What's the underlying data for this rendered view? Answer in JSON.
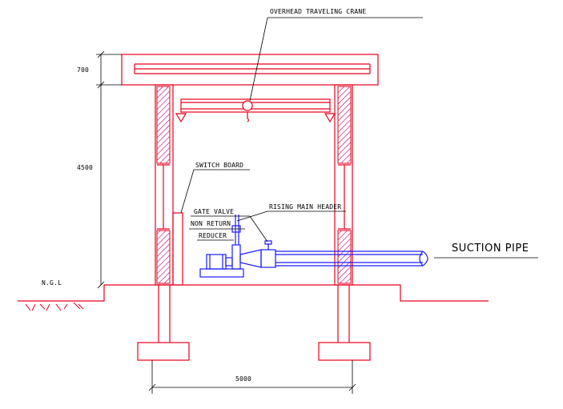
{
  "labels": {
    "crane": "OVERHEAD TRAVELING CRANE",
    "switch_board": "SWITCH BOARD",
    "rising_main_header": "RISING MAIN HEADER",
    "gate_valve": "GATE VALVE",
    "non_return": "NON RETURN",
    "reducer": "REDUCER",
    "suction_pipe": "SUCTION PIPE",
    "ngl": "N.G.L"
  },
  "dimensions": {
    "roof": "700",
    "height": "4500",
    "width": "5000"
  },
  "colors": {
    "structure": "#e8001c",
    "equipment": "#1a1aff",
    "annotation": "#000000",
    "hatch": "#b0007a"
  }
}
